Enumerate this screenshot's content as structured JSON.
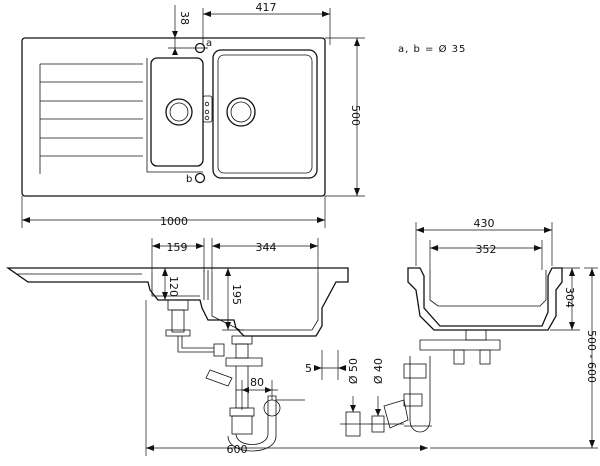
{
  "note": "a, b = Ø 35",
  "hole_labels": {
    "a": "a",
    "b": "b"
  },
  "top_view": {
    "d_38": "38",
    "d_417": "417",
    "d_500": "500",
    "d_1000": "1000"
  },
  "front_view": {
    "d_159": "159",
    "d_344": "344",
    "d_120": "120",
    "d_195": "195",
    "d_80": "80",
    "d_600": "600",
    "d_5": "5",
    "d_50": "Ø 50",
    "d_40": "Ø 40"
  },
  "side_view": {
    "d_430": "430",
    "d_352": "352",
    "d_304": "304",
    "d_500_600": "500 - 600"
  }
}
